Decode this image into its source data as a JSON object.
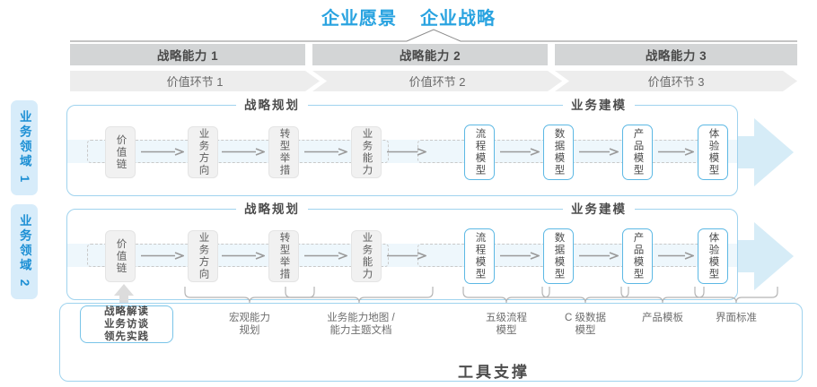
{
  "header": {
    "titles": [
      "企业愿景",
      "企业战略"
    ],
    "accent_color": "#29a3e0"
  },
  "capability_bars": [
    {
      "label": "战略能力 1"
    },
    {
      "label": "战略能力 2"
    },
    {
      "label": "战略能力 3"
    }
  ],
  "value_links": [
    {
      "label": "价值环节 1"
    },
    {
      "label": "价值环节 2"
    },
    {
      "label": "价值环节 3"
    }
  ],
  "domains": [
    {
      "label": "业务领域 1"
    },
    {
      "label": "业务领域 2"
    }
  ],
  "sections": [
    {
      "label": "战略规划"
    },
    {
      "label": "业务建模"
    }
  ],
  "nodes": [
    {
      "label": "价值链",
      "style": "gray"
    },
    {
      "label": "业务方向",
      "style": "gray"
    },
    {
      "label": "转型举措",
      "style": "gray"
    },
    {
      "label": "业务能力",
      "style": "gray"
    },
    {
      "label": "流程模型",
      "style": "blue"
    },
    {
      "label": "数据模型",
      "style": "blue"
    },
    {
      "label": "产品模型",
      "style": "blue"
    },
    {
      "label": "体验模型",
      "style": "blue"
    }
  ],
  "tools": {
    "source_box": "战略解读\n业务访谈\n领先实践",
    "captions": [
      "宏观能力\n规划",
      "业务能力地图 /\n能力主题文档",
      "五级流程\n模型",
      "C 级数据\n模型",
      "产品模板",
      "界面标准"
    ],
    "title": "工具支撑"
  },
  "colors": {
    "accent": "#29a3e0",
    "bar_gray": "#d3d5d6",
    "link_gray": "#ededed",
    "tab_blue": "#d7ecfa",
    "band_blue": "#eef7fc",
    "arrow_blue": "#d6ecf7",
    "node_blue_border": "#5cb8e4"
  }
}
